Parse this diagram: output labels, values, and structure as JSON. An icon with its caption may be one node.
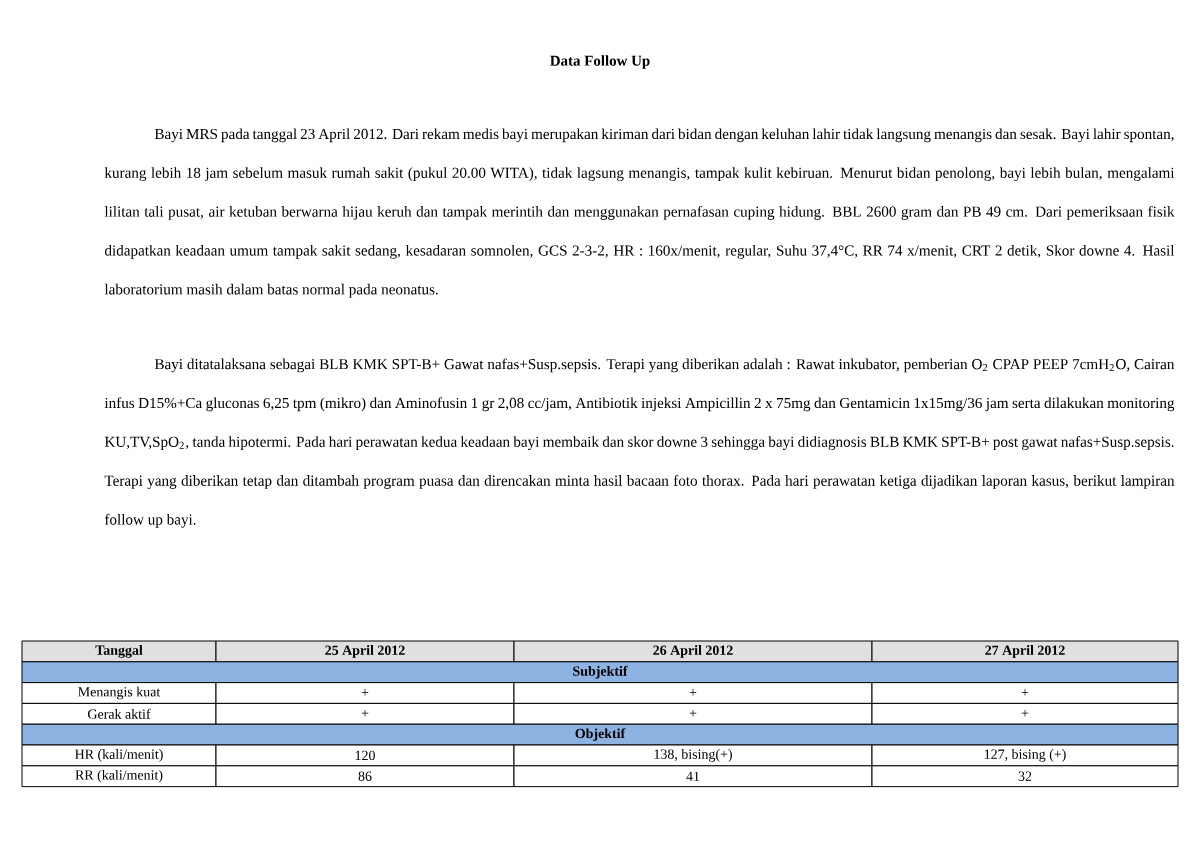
{
  "diagram": {
    "title": "Data Follow Up",
    "labels": [
      "Bayi MRS pada tanggal 23 April 2012. Dari rekam medis bayi merupakan kiriman dari bidan dengan keluhan lahir tidak langsung menangis dan sesak. Bayi lahir spontan, kurang lebih 18 jam sebelum masuk rumah sakit (pukul 20.00 WITA), tidak lagsung menangis, tampak kulit kebiruan. Menurut bidan penolong, bayi lebih bulan, mengalami lilitan tali pusat, air ketuban berwarna hijau keruh dan tampak merintih dan menggunakan pernafasan cuping hidung. BBL 2600 gram dan PB 49 cm. Dari pemeriksaan fisik didapatkan keadaan umum tampak sakit sedang, kesadaran somnolen, GCS 2-3-2, HR : 160x/menit, regular, Suhu 37,4°C, RR 74 x/menit, CRT 2 detik, Skor downe 4. Hasil laboratorium masih dalam batas normal pada neonatus.",
      "Bayi ditatalaksana sebagai BLB KMK SPT-B+ Gawat nafas+Susp.sepsis. Terapi yang diberikan adalah : Rawat inkubator, pemberian O$_{2}$ CPAP PEEP 7cmH$_{2}$O, Cairan infus D15%+Ca gluconas 6,25 tpm (mikro) dan Aminofusin 1 gr 2,08 cc/jam, Antibiotik injeksi Ampicillin 2 x 75mg dan Gentamicin 1x15mg/36 jam serta dilakukan monitoring KU,TV,SpO$_{2}$, tanda hipotermi. Pada hari perawatan kedua keadaan bayi membaik dan skor downe 3 sehingga bayi didiagnosis BLB KMK SPT-B+ post gawat nafas+Susp.sepsis. Terapi yang diberikan tetap dan ditambah program puasa dan direncakan minta hasil bacaan foto thorax. Pada hari perawatan ketiga dijadikan laporan kasus, berikut lampiran follow up bayi.",
      "Tanggal",
      "25 April 2012",
      "26 April 2012",
      "27 April 2012",
      "Subjektif",
      "Menangis kuat",
      "+",
      "+",
      "+",
      "Gerak aktif",
      "+",
      "+",
      "+",
      "Objektif",
      "HR (kali/menit)",
      "120",
      "138, bising(+)",
      "127, bising (+)",
      "RR (kali/menit)",
      "86",
      "41",
      "32"
    ]
  }
}
